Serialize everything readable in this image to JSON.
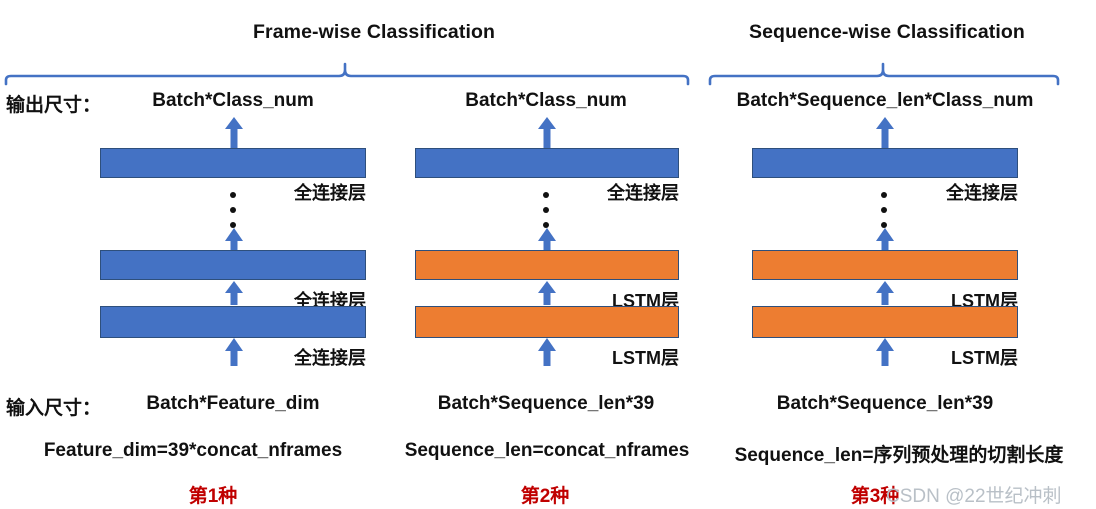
{
  "colors": {
    "fc_layer": "#4472C4",
    "lstm_layer": "#ED7D31",
    "arrow": "#4472C4",
    "brace": "#4472C4",
    "kind_label": "#C00000",
    "watermark": "#b9c0c7"
  },
  "headings": {
    "frame_wise": "Frame-wise Classification",
    "sequence_wise": "Sequence-wise Classification"
  },
  "row_labels": {
    "output_size": "输出尺寸：",
    "input_size": "输入尺寸："
  },
  "columns": [
    {
      "id": "col1",
      "output_dim": "Batch*Class_num",
      "input_dim": "Batch*Feature_dim",
      "formula": "Feature_dim=39*concat_nframes",
      "kind": "第1种",
      "layers": [
        {
          "label": "全连接层",
          "type": "fc"
        },
        {
          "label": "全连接层",
          "type": "fc"
        },
        {
          "label": "全连接层",
          "type": "fc"
        }
      ]
    },
    {
      "id": "col2",
      "output_dim": "Batch*Class_num",
      "input_dim": "Batch*Sequence_len*39",
      "formula": "Sequence_len=concat_nframes",
      "kind": "第2种",
      "layers": [
        {
          "label": "全连接层",
          "type": "fc"
        },
        {
          "label": "LSTM层",
          "type": "lstm"
        },
        {
          "label": "LSTM层",
          "type": "lstm"
        }
      ]
    },
    {
      "id": "col3",
      "output_dim": "Batch*Sequence_len*Class_num",
      "input_dim": "Batch*Sequence_len*39",
      "formula": "Sequence_len=序列预处理的切割长度",
      "kind": "第3种",
      "layers": [
        {
          "label": "全连接层",
          "type": "fc"
        },
        {
          "label": "LSTM层",
          "type": "lstm"
        },
        {
          "label": "LSTM层",
          "type": "lstm"
        }
      ]
    }
  ],
  "watermark": "CSDN @22世纪冲刺"
}
